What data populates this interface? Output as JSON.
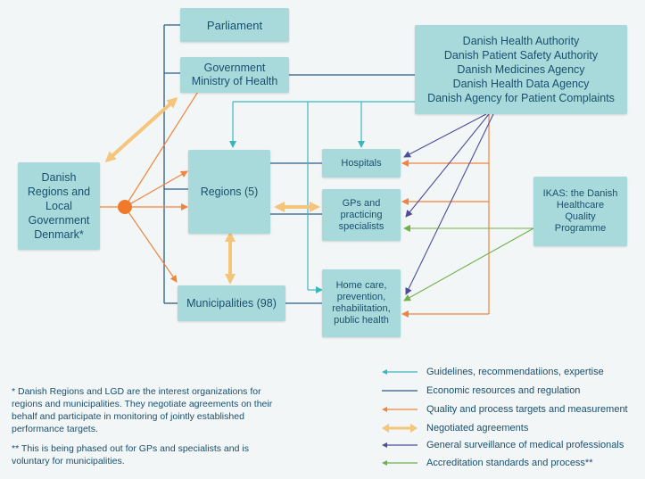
{
  "colors": {
    "box_fill": "#a9dadb",
    "text": "#184f6e",
    "guidelines": "#3ab7bd",
    "economic": "#2a5c89",
    "quality": "#f0843e",
    "negotiated": "#f4c57a",
    "surveillance": "#4d4d9b",
    "accreditation": "#6fb04b",
    "hub": "#f07a2c"
  },
  "nodes": {
    "parliament": "Parliament",
    "government": "Government\nMinistry of Health",
    "agencies": "Danish Health Authority\nDanish Patient Safety Authority\nDanish Medicines Agency\nDanish Health Data Agency\nDanish Agency for Patient Complaints",
    "danish_regions": "Danish\nRegions and\nLocal\nGovernment\nDenmark*",
    "regions": "Regions (5)",
    "municipalities": "Municipalities (98)",
    "hospitals": "Hospitals",
    "gps": "GPs and\npracticing\nspecialists",
    "home_care": "Home care,\nprevention,\nrehabilitation,\npublic health",
    "ikas": "IKAS: the Danish\nHealthcare\nQuality\nProgramme"
  },
  "legend": [
    {
      "label": "Guidelines, recommendatiions, expertise",
      "style": "guidelines",
      "icon": "arrow-left"
    },
    {
      "label": "Economic resources and regulation",
      "style": "economic",
      "icon": "line"
    },
    {
      "label": "Quality and process targets and measurement",
      "style": "quality",
      "icon": "arrow-left"
    },
    {
      "label": "Negotiated agreements",
      "style": "negotiated",
      "icon": "double-arrow"
    },
    {
      "label": "General surveillance of medical professionals",
      "style": "surveillance",
      "icon": "arrow-left"
    },
    {
      "label": "Accreditation standards and process**",
      "style": "accreditation",
      "icon": "arrow-left"
    }
  ],
  "notes": {
    "note1": "* Danish Regions and LGD are the interest organizations for regions and municipalities. They negotiate agreements on their behalf and participate in monitoring of jointly established performance targets.",
    "note2": "** This is being phased out for GPs and specialists and is voluntary for municipalities."
  }
}
